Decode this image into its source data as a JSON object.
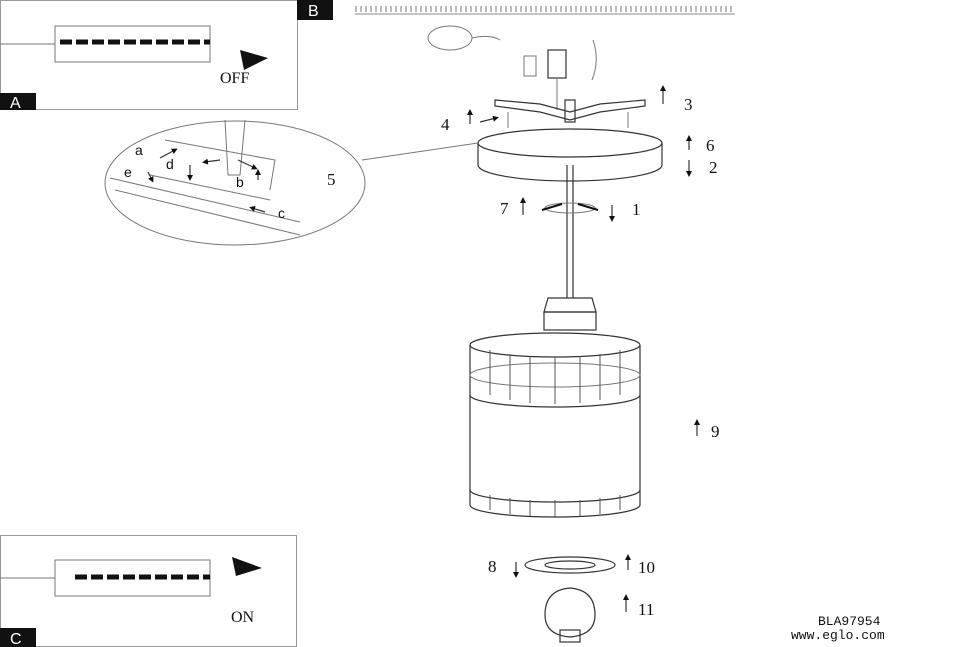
{
  "panels": {
    "a": {
      "tag": "A",
      "switch_label": "OFF"
    },
    "b": {
      "tag": "B"
    },
    "c": {
      "tag": "C",
      "switch_label": "ON"
    }
  },
  "steps": [
    "1",
    "2",
    "3",
    "4",
    "5",
    "6",
    "7",
    "8",
    "9",
    "10",
    "11"
  ],
  "detail_letters": [
    "a",
    "b",
    "c",
    "d",
    "e"
  ],
  "footer": {
    "model": "BLA97954",
    "website": "www.eglo.com"
  }
}
